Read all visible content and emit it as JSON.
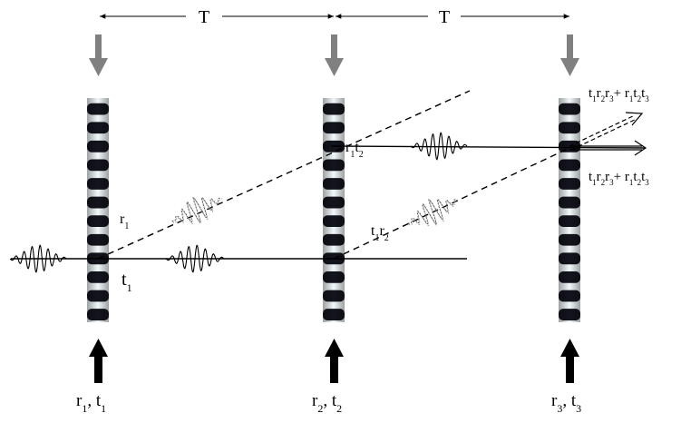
{
  "period_label": "T",
  "beam_labels": {
    "r1": {
      "main": "r",
      "sub": "1"
    },
    "t1": {
      "main": "t",
      "sub": "1"
    },
    "r1t2": [
      {
        "main": "r",
        "sub": "1"
      },
      {
        "main": "t",
        "sub": "2"
      }
    ],
    "t1r2": [
      {
        "main": "t",
        "sub": "1"
      },
      {
        "main": "r",
        "sub": "2"
      }
    ],
    "out_top": [
      {
        "main": "t",
        "sub": "1"
      },
      {
        "main": "r",
        "sub": "2"
      },
      {
        "main": "r",
        "sub": "3"
      },
      {
        "main": "+ r",
        "sub": "1"
      },
      {
        "main": "t",
        "sub": "2"
      },
      {
        "main": "t",
        "sub": "3"
      }
    ],
    "out_bottom": [
      {
        "main": "t",
        "sub": "1"
      },
      {
        "main": "r",
        "sub": "2"
      },
      {
        "main": "r",
        "sub": "3"
      },
      {
        "main": "+ r",
        "sub": "1"
      },
      {
        "main": "t",
        "sub": "2"
      },
      {
        "main": "t",
        "sub": "3"
      }
    ]
  },
  "gratings": [
    {
      "label": [
        {
          "main": "r",
          "sub": "1"
        },
        {
          "main": ", t",
          "sub": "1"
        }
      ]
    },
    {
      "label": [
        {
          "main": "r",
          "sub": "2"
        },
        {
          "main": ", t",
          "sub": "2"
        }
      ]
    },
    {
      "label": [
        {
          "main": "r",
          "sub": "3"
        },
        {
          "main": ", t",
          "sub": "3"
        }
      ]
    }
  ],
  "colors": {
    "pump_arrow_top": "#808080",
    "pump_arrow_bottom": "#000000",
    "grating_dark": "#14141e",
    "grating_light": "#f2f8fa",
    "line": "#000000"
  }
}
